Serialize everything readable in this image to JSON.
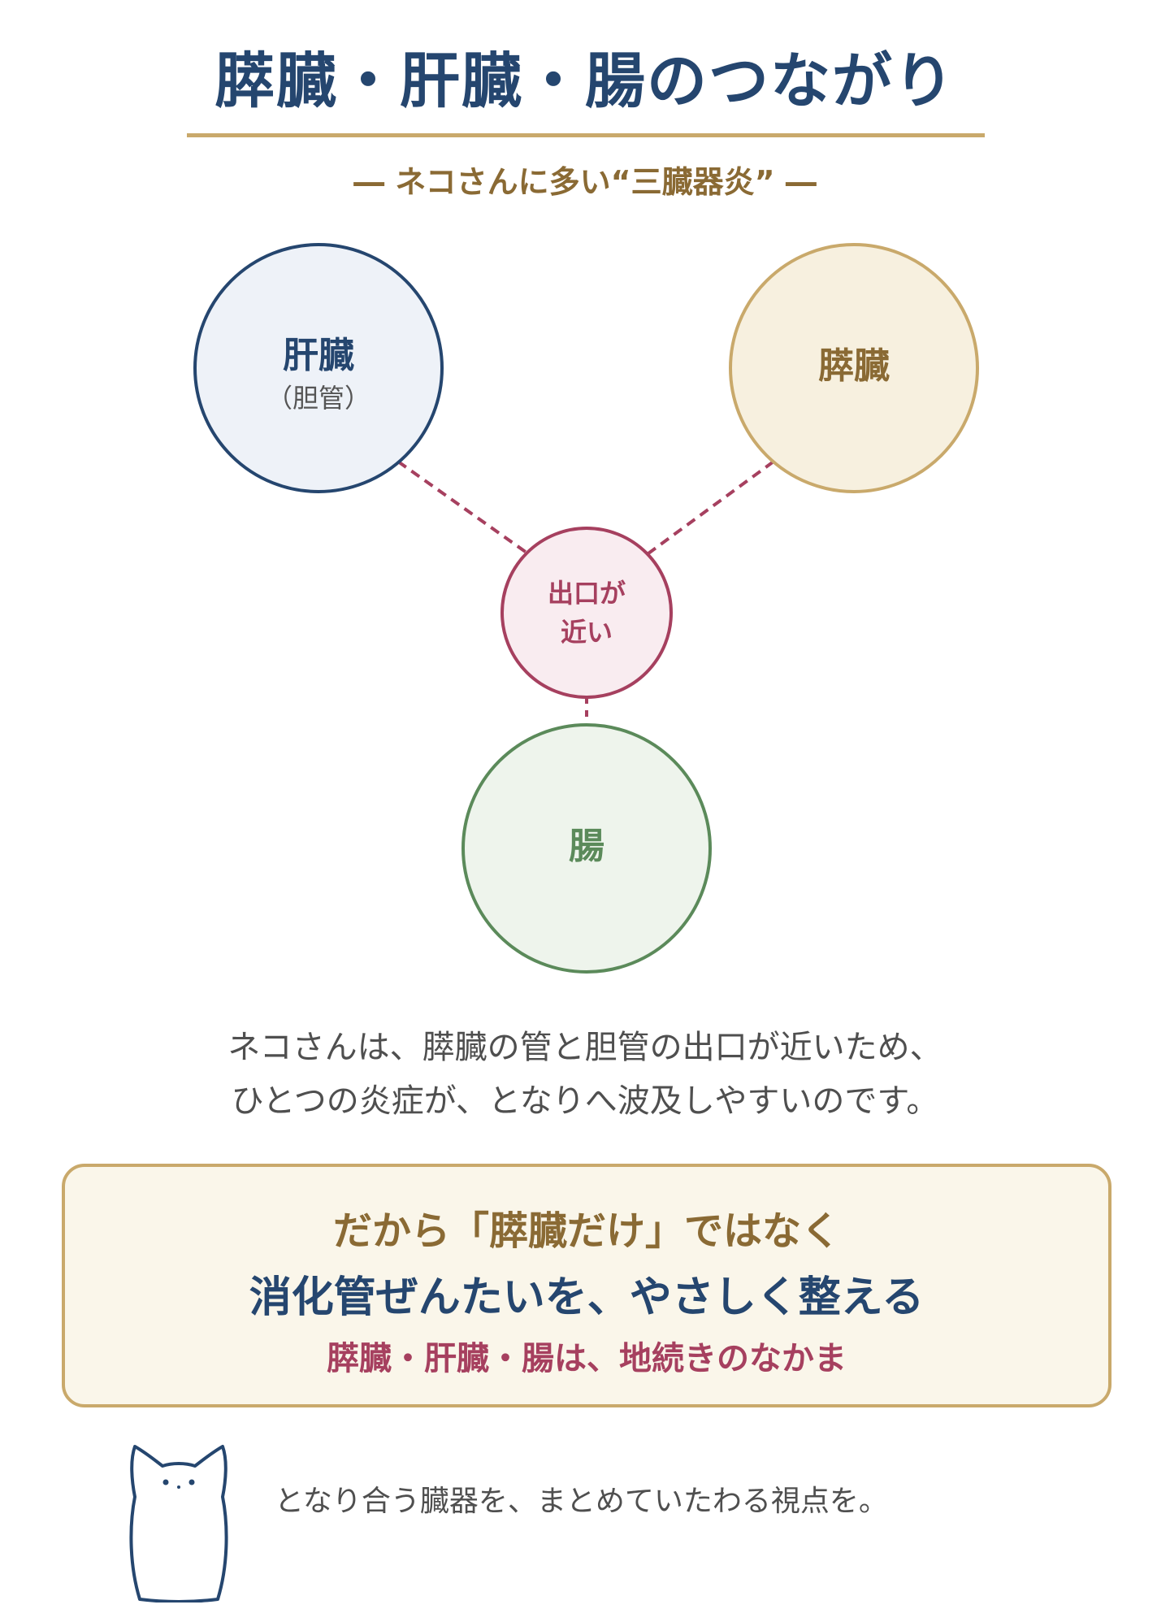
{
  "header": {
    "title": "膵臓・肝臓・腸のつながり",
    "subtitle": "― ネコさんに多い“三臓器炎” ―"
  },
  "diagram": {
    "liver": {
      "label": "肝臓",
      "sublabel": "（胆管）",
      "color": "#25466f",
      "fill": "#eef2f8"
    },
    "pancreas": {
      "label": "膵臓",
      "color": "#c9a96b",
      "fill": "#f7f0df"
    },
    "junction": {
      "line1": "出口が",
      "line2": "近い",
      "color": "#a6405f",
      "fill": "#f9ecf0"
    },
    "intestine": {
      "label": "腸",
      "color": "#5b8a5a",
      "fill": "#eef4ec"
    }
  },
  "description": {
    "line1": "ネコさんは、膵臓の管と胆管の出口が近いため、",
    "line2": "ひとつの炎症が、となりへ波及しやすいのです。"
  },
  "callout": {
    "line1": "だから「膵臓だけ」ではなく",
    "line2": "消化管ぜんたいを、やさしく整える",
    "line3": "膵臓・肝臓・腸は、地続きのなかま"
  },
  "footer": {
    "message": "となり合う臓器を、まとめていたわる視点を。"
  }
}
